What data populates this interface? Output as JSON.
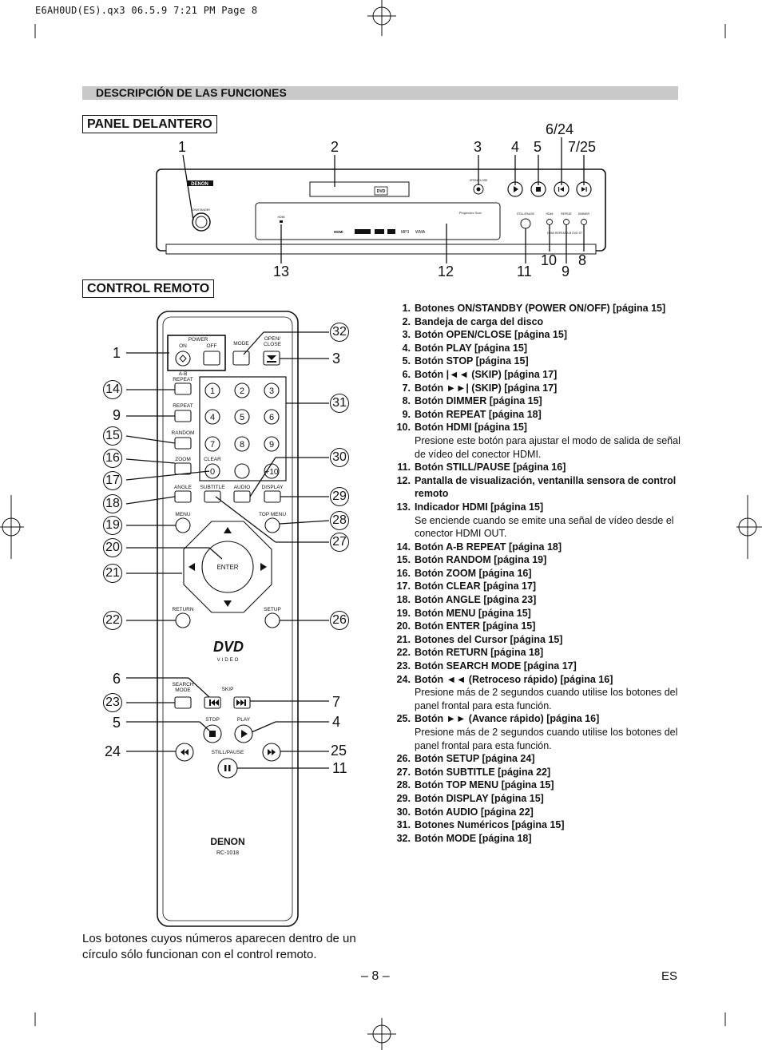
{
  "header": {
    "file_line": "E6AH0UD(ES).qx3   06.5.9 7:21 PM   Page 8"
  },
  "section_title": "DESCRIPCIÓN DE LAS FUNCIONES",
  "front_panel": {
    "title": "PANEL DELANTERO",
    "callouts_top": [
      "1",
      "2",
      "3",
      "4",
      "5",
      "6/24",
      "7/25"
    ],
    "callouts_bottom": [
      "13",
      "12",
      "11",
      "10",
      "9",
      "8"
    ],
    "brand": "DENON",
    "disc_label": "DVD",
    "open_close": "OPEN/CLOSE",
    "standby": "ON/STANDBY",
    "still_pause": "STILL/PAUSE",
    "hdmi": "HDMI",
    "repeat": "REPEAT",
    "dimmer": "DIMMER",
    "hdmi_ind": "HDMI",
    "progressive": "Progressive Scan",
    "logos": [
      "HDMI",
      "DOLBY",
      "DTS",
      "CD",
      "MP3",
      "WMA"
    ],
    "sub_labels": "HDMI  REPEAT  A-B  DVD  ST"
  },
  "remote": {
    "title": "CONTROL REMOTO",
    "callouts_left": [
      "1",
      "14",
      "9",
      "15",
      "16",
      "17",
      "18",
      "19",
      "20",
      "21",
      "22",
      "6",
      "23",
      "5",
      "24"
    ],
    "callouts_right": [
      "32",
      "3",
      "31",
      "30",
      "29",
      "28",
      "27",
      "26",
      "7",
      "4",
      "25",
      "11"
    ],
    "labels": {
      "power": "POWER",
      "on": "ON",
      "off": "OFF",
      "mode": "MODE",
      "open_close": "OPEN/\nCLOSE",
      "ab_repeat": "A-B\nREPEAT",
      "repeat": "REPEAT",
      "random": "RANDOM",
      "zoom": "ZOOM",
      "clear": "CLEAR",
      "angle": "ANGLE",
      "subtitle": "SUBTITLE",
      "audio": "AUDIO",
      "display": "DISPLAY",
      "menu": "MENU",
      "top_menu": "TOP MENU",
      "enter": "ENTER",
      "return": "RETURN",
      "setup": "SETUP",
      "search_mode": "SEARCH\nMODE",
      "skip": "SKIP",
      "stop": "STOP",
      "play": "PLAY",
      "still_pause": "STILL/PAUSE",
      "brand": "DENON",
      "model": "RC-1018",
      "dvd": "DVD",
      "video": "VIDEO"
    },
    "numpad": [
      "1",
      "2",
      "3",
      "4",
      "5",
      "6",
      "7",
      "8",
      "9",
      "0",
      "+10"
    ]
  },
  "items": [
    {
      "n": "1.",
      "t": "Botones ON/STANDBY (POWER ON/OFF) [página 15]"
    },
    {
      "n": "2.",
      "t": "Bandeja de carga del disco"
    },
    {
      "n": "3.",
      "t": "Botón OPEN/CLOSE [página 15]"
    },
    {
      "n": "4.",
      "t": "Botón PLAY [página 15]"
    },
    {
      "n": "5.",
      "t": "Botón STOP [página 15]"
    },
    {
      "n": "6.",
      "t": "Botón |◄◄ (SKIP) [página 17]"
    },
    {
      "n": "7.",
      "t": "Botón ►►| (SKIP) [página 17]"
    },
    {
      "n": "8.",
      "t": "Botón DIMMER [página 15]"
    },
    {
      "n": "9.",
      "t": "Botón REPEAT [página 18]"
    },
    {
      "n": "10.",
      "t": "Botón HDMI [página 15]",
      "sub": "Presione este botón para ajustar el modo de salida de señal de vídeo del conector HDMI."
    },
    {
      "n": "11.",
      "t": "Botón STILL/PAUSE [página 16]"
    },
    {
      "n": "12.",
      "t": "Pantalla de visualización, ventanilla sensora de control remoto"
    },
    {
      "n": "13.",
      "t": "Indicador HDMI [página 15]",
      "sub": "Se enciende cuando se emite una señal de vídeo desde el conector HDMI OUT."
    },
    {
      "n": "14.",
      "t": "Botón A-B REPEAT [página 18]"
    },
    {
      "n": "15.",
      "t": "Botón RANDOM [página 19]"
    },
    {
      "n": "16.",
      "t": "Botón ZOOM [página 16]"
    },
    {
      "n": "17.",
      "t": "Botón CLEAR [página 17]"
    },
    {
      "n": "18.",
      "t": "Botón ANGLE [página 23]"
    },
    {
      "n": "19.",
      "t": "Botón MENU [página 15]"
    },
    {
      "n": "20.",
      "t": "Botón ENTER [página 15]"
    },
    {
      "n": "21.",
      "t": "Botones del Cursor [página 15]"
    },
    {
      "n": "22.",
      "t": "Botón RETURN [página 18]"
    },
    {
      "n": "23.",
      "t": "Botón SEARCH MODE [página 17]"
    },
    {
      "n": "24.",
      "t": "Botón ◄◄ (Retroceso rápido) [página 16]",
      "sub": "Presione más de 2 segundos cuando utilise los botones del panel frontal para esta función."
    },
    {
      "n": "25.",
      "t": "Botón ►► (Avance rápido) [página 16]",
      "sub": "Presione más de 2 segundos cuando utilise los botones del panel frontal para esta función."
    },
    {
      "n": "26.",
      "t": "Botón SETUP [página 24]"
    },
    {
      "n": "27.",
      "t": "Botón SUBTITLE [página 22]"
    },
    {
      "n": "28.",
      "t": "Botón TOP MENU [página 15]"
    },
    {
      "n": "29.",
      "t": "Botón DISPLAY [página 15]"
    },
    {
      "n": "30.",
      "t": "Botón AUDIO [página 22]"
    },
    {
      "n": "31.",
      "t": "Botones Numéricos [página 15]"
    },
    {
      "n": "32.",
      "t": "Botón MODE [página 18]"
    }
  ],
  "note": "Los botones cuyos números aparecen dentro de un círculo sólo funcionan con el control remoto.",
  "footer": {
    "page": "– 8 –",
    "lang": "ES"
  }
}
